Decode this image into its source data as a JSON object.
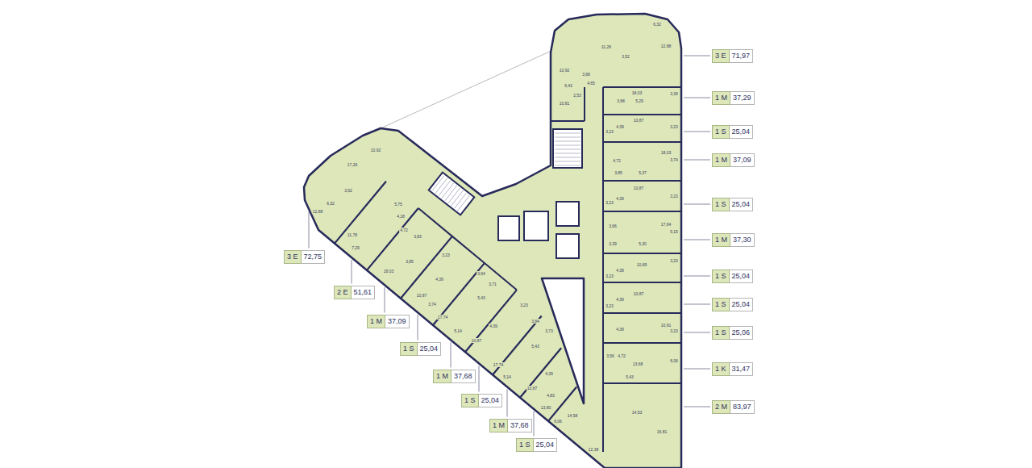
{
  "diagram": {
    "nodes": [
      {
        "text": [
          "3 E",
          "71,97"
        ]
      },
      {
        "text": [
          "1 M",
          "37,29"
        ]
      },
      {
        "text": [
          "1 S",
          "25,04"
        ]
      },
      {
        "text": [
          "1 M",
          "37,09"
        ]
      },
      {
        "text": [
          "1 S",
          "25,04"
        ]
      },
      {
        "text": [
          "1 M",
          "37,30"
        ]
      },
      {
        "text": [
          "1 S",
          "25,04"
        ]
      },
      {
        "text": [
          "1 S",
          "25,04"
        ]
      },
      {
        "text": [
          "1 S",
          "25,06"
        ]
      },
      {
        "text": [
          "1 K",
          "31,47"
        ]
      },
      {
        "text": [
          "2 M",
          "83,97"
        ]
      },
      {
        "text": [
          "3 E",
          "72,75"
        ]
      },
      {
        "text": [
          "2 E",
          "51,61"
        ]
      },
      {
        "text": [
          "1 M",
          "37,09"
        ]
      },
      {
        "text": [
          "1 S",
          "25,04"
        ]
      },
      {
        "text": [
          "1 M",
          "37,68"
        ]
      },
      {
        "text": [
          "1 S",
          "25,04"
        ]
      },
      {
        "text": [
          "1 M",
          "37,68"
        ]
      },
      {
        "text": [
          "1 S",
          "25,04"
        ]
      }
    ],
    "labels": [
      "6,32",
      "11,26",
      "12,88",
      "10,92",
      "3,68",
      "3,52",
      "6,43",
      "4,65",
      "18,03",
      "3,39",
      "10,81",
      "2,53",
      "3,68",
      "5,29",
      "10,87",
      "4,39",
      "3,23",
      "3,23",
      "18,03",
      "4,72",
      "3,74",
      "3,85",
      "5,37",
      "10,87",
      "4,39",
      "3,23",
      "3,23",
      "17,64",
      "5,15",
      "3,66",
      "3,39",
      "5,30",
      "10,89",
      "4,39",
      "3,23",
      "3,23",
      "10,87",
      "4,39",
      "3,23",
      "10,91",
      "4,39",
      "3,23",
      "3,56",
      "4,72",
      "6,06",
      "13,68",
      "5,43",
      "14,53",
      "16,81",
      "10,92",
      "17,26",
      "6,32",
      "12,88",
      "3,52",
      "5,75",
      "11,78",
      "7,29",
      "4,18",
      "4,72",
      "3,83",
      "3,23",
      "18,03",
      "3,85",
      "4,39",
      "10,87",
      "3,74",
      "3,64",
      "3,71",
      "5,43",
      "4,39",
      "17,74",
      "5,14",
      "10,87",
      "3,23",
      "3,84",
      "3,73",
      "5,43",
      "17,74",
      "5,14",
      "10,87",
      "4,39",
      "4,83",
      "13,80",
      "6,06",
      "14,58",
      "12,38"
    ]
  }
}
